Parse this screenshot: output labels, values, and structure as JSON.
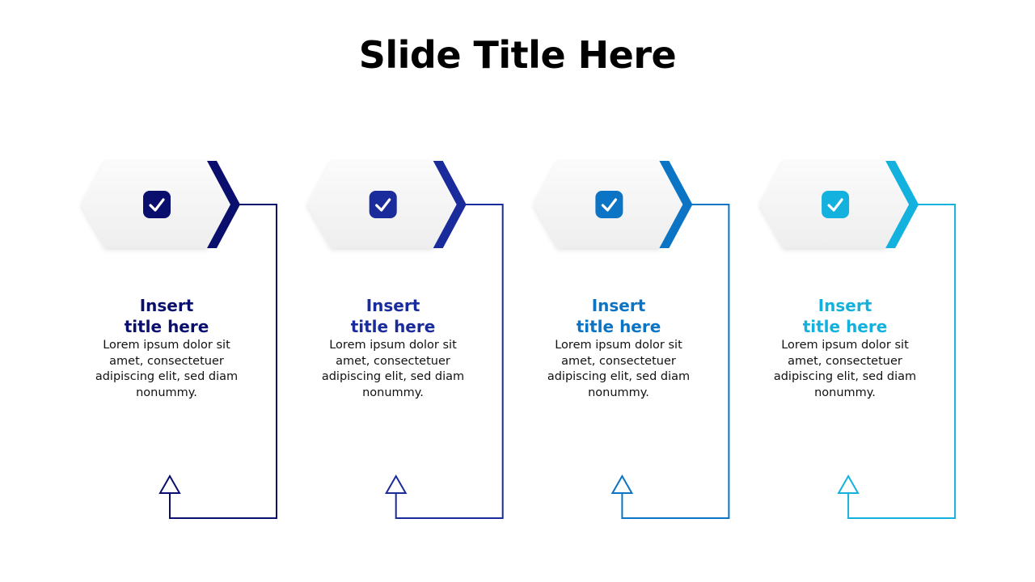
{
  "slide": {
    "title": "Slide Title Here"
  },
  "steps": [
    {
      "title_line1": "Insert",
      "title_line2": "title here",
      "description": "Lorem ipsum dolor sit amet, consectetuer adipiscing elit, sed diam nonummy.",
      "color": "#0a0f6e",
      "icon": "check-icon"
    },
    {
      "title_line1": "Insert",
      "title_line2": "title here",
      "description": "Lorem ipsum dolor sit amet, consectetuer adipiscing elit, sed diam nonummy.",
      "color": "#1a2b9c",
      "icon": "check-icon"
    },
    {
      "title_line1": "Insert",
      "title_line2": "title here",
      "description": "Lorem ipsum dolor sit amet, consectetuer adipiscing elit, sed diam nonummy.",
      "color": "#0b74c4",
      "icon": "check-icon"
    },
    {
      "title_line1": "Insert",
      "title_line2": "title here",
      "description": "Lorem ipsum dolor sit amet, consectetuer adipiscing elit, sed diam nonummy.",
      "color": "#13b1de",
      "icon": "check-icon"
    }
  ]
}
